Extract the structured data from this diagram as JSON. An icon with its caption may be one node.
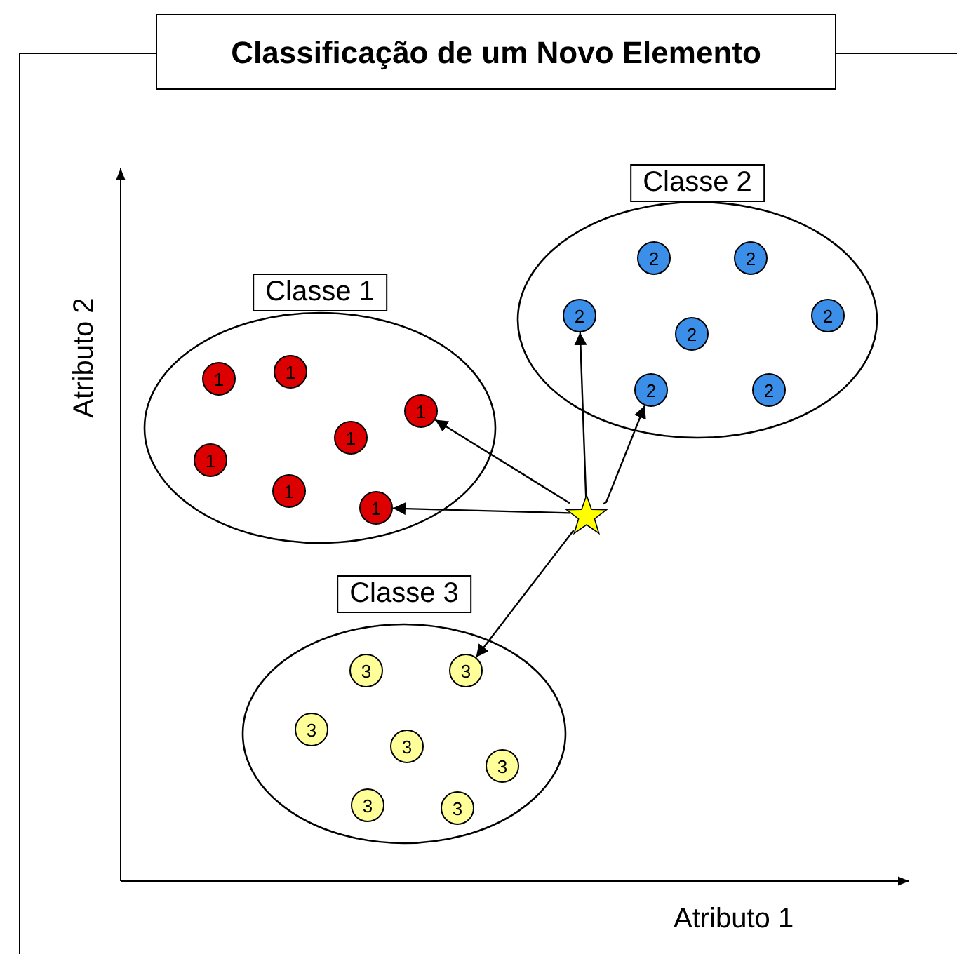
{
  "diagram": {
    "title": "Classificação de um Novo Elemento",
    "nodes": [
      {
        "text": [
          "Classe 1"
        ]
      },
      {
        "text": [
          "Classe 2"
        ]
      },
      {
        "text": [
          "Classe 3"
        ]
      },
      {
        "text": [
          "1"
        ],
        "in": 0
      },
      {
        "text": [
          "1"
        ],
        "in": 0
      },
      {
        "text": [
          "1"
        ],
        "in": 0
      },
      {
        "text": [
          "1"
        ],
        "in": 0
      },
      {
        "text": [
          "1"
        ],
        "in": 0
      },
      {
        "text": [
          "1"
        ],
        "in": 0
      },
      {
        "text": [
          "1"
        ],
        "in": 0
      },
      {
        "text": [
          "2"
        ],
        "in": 1
      },
      {
        "text": [
          "2"
        ],
        "in": 1
      },
      {
        "text": [
          "2"
        ],
        "in": 1
      },
      {
        "text": [
          "2"
        ],
        "in": 1
      },
      {
        "text": [
          "2"
        ],
        "in": 1
      },
      {
        "text": [
          "2"
        ],
        "in": 1
      },
      {
        "text": [
          "2"
        ],
        "in": 1
      },
      {
        "text": [
          "3"
        ],
        "in": 2
      },
      {
        "text": [
          "3"
        ],
        "in": 2
      },
      {
        "text": [
          "3"
        ],
        "in": 2
      },
      {
        "text": [
          "3"
        ],
        "in": 2
      },
      {
        "text": [
          "3"
        ],
        "in": 2
      },
      {
        "text": [
          "3"
        ],
        "in": 2
      },
      {
        "text": [
          "3"
        ],
        "in": 2
      },
      {
        "text": [],
        "shape": "star"
      }
    ],
    "edges": [
      {
        "from": 24,
        "to": 5,
        "arrow": "to"
      },
      {
        "from": 24,
        "to": 9,
        "arrow": "to"
      },
      {
        "from": 24,
        "to": 12,
        "arrow": "to"
      },
      {
        "from": 24,
        "to": 15,
        "arrow": "to"
      },
      {
        "from": 24,
        "to": 18,
        "arrow": "to"
      }
    ],
    "labels": [
      "Atributo 2",
      "Atributo 1"
    ]
  }
}
